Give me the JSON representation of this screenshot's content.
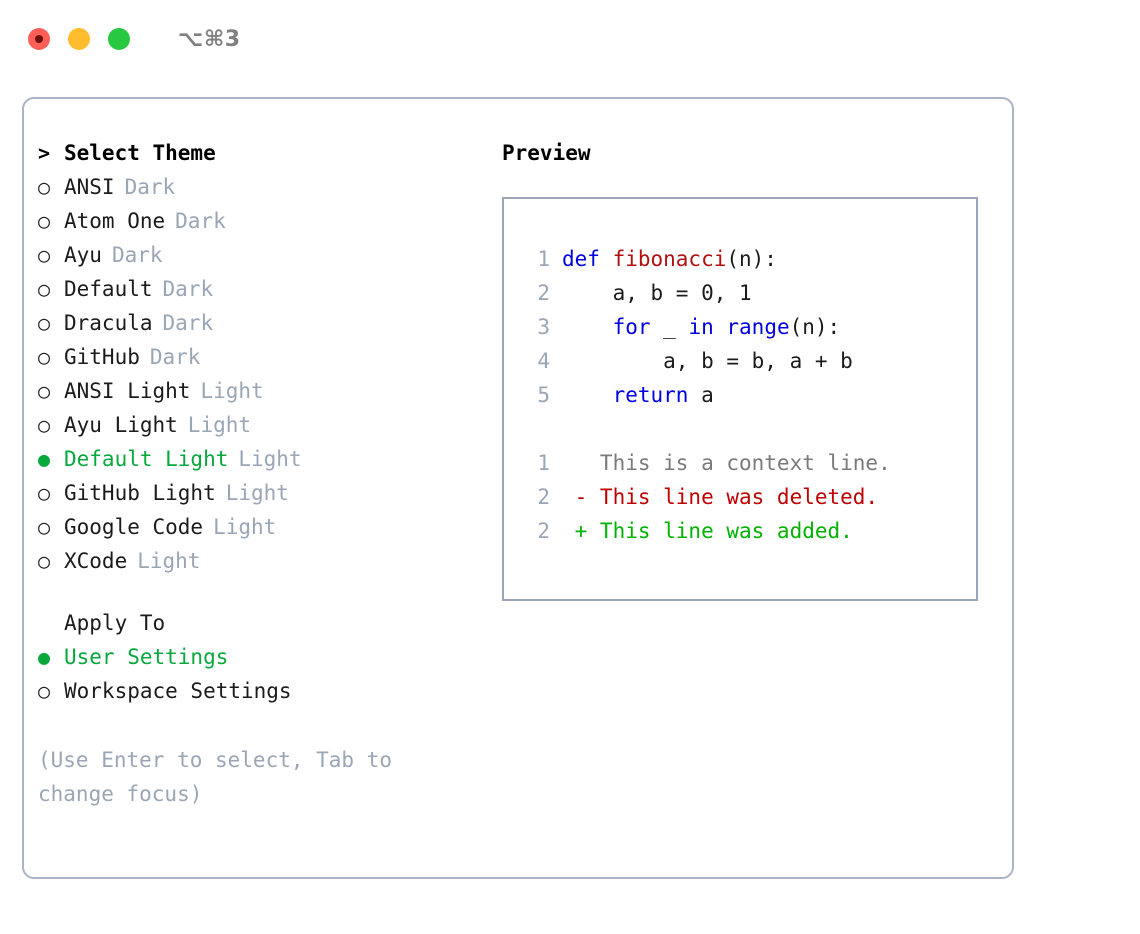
{
  "titlebar": {
    "shortcut": "⌥⌘3",
    "buttons": [
      "close",
      "minimize",
      "maximize"
    ]
  },
  "theme_list": {
    "header_marker": ">",
    "header_label": "Select Theme",
    "marker_selected": "●",
    "marker_unselected": "○",
    "items": [
      {
        "label": "ANSI",
        "tag": "Dark",
        "selected": false
      },
      {
        "label": "Atom One",
        "tag": "Dark",
        "selected": false
      },
      {
        "label": "Ayu",
        "tag": "Dark",
        "selected": false
      },
      {
        "label": "Default",
        "tag": "Dark",
        "selected": false
      },
      {
        "label": "Dracula",
        "tag": "Dark",
        "selected": false
      },
      {
        "label": "GitHub",
        "tag": "Dark",
        "selected": false
      },
      {
        "label": "ANSI Light",
        "tag": "Light",
        "selected": false
      },
      {
        "label": "Ayu Light",
        "tag": "Light",
        "selected": false
      },
      {
        "label": "Default Light",
        "tag": "Light",
        "selected": true
      },
      {
        "label": "GitHub Light",
        "tag": "Light",
        "selected": false
      },
      {
        "label": "Google Code",
        "tag": "Light",
        "selected": false
      },
      {
        "label": "XCode",
        "tag": "Light",
        "selected": false
      }
    ]
  },
  "apply_to": {
    "header_label": "Apply To",
    "items": [
      {
        "label": "User Settings",
        "selected": true
      },
      {
        "label": "Workspace Settings",
        "selected": false
      }
    ]
  },
  "hint": "(Use Enter to select, Tab to change focus)",
  "preview": {
    "title": "Preview",
    "code_lines": [
      {
        "no": "1",
        "indent": "",
        "parts": [
          {
            "t": "def ",
            "c": "kw"
          },
          {
            "t": "fibonacci",
            "c": "fn"
          },
          {
            "t": "(n):",
            "c": "plain"
          }
        ]
      },
      {
        "no": "2",
        "indent": "    ",
        "parts": [
          {
            "t": "a, b = 0, 1",
            "c": "plain"
          }
        ]
      },
      {
        "no": "3",
        "indent": "    ",
        "parts": [
          {
            "t": "for",
            "c": "kw"
          },
          {
            "t": " _ ",
            "c": "plain"
          },
          {
            "t": "in ",
            "c": "kw"
          },
          {
            "t": "range",
            "c": "kw"
          },
          {
            "t": "(n):",
            "c": "plain"
          }
        ]
      },
      {
        "no": "4",
        "indent": "        ",
        "parts": [
          {
            "t": "a, b = b, a + b",
            "c": "plain"
          }
        ]
      },
      {
        "no": "5",
        "indent": "    ",
        "parts": [
          {
            "t": "return ",
            "c": "kw"
          },
          {
            "t": "a",
            "c": "plain"
          }
        ]
      }
    ],
    "diff_lines": [
      {
        "no": "1",
        "sign": " ",
        "text": "This is a context line.",
        "kind": "context"
      },
      {
        "no": "2",
        "sign": "-",
        "text": "This line was deleted.",
        "kind": "deleted"
      },
      {
        "no": "2",
        "sign": "+",
        "text": "This line was added.",
        "kind": "added"
      }
    ]
  },
  "colors": {
    "selected_green": "#07a83c",
    "tag_gray": "#9aa5b5",
    "panel_border": "#aab4c4",
    "preview_border": "#9aa6b8",
    "keyword_blue": "#0000e0",
    "function_red": "#b01010",
    "diff_deleted": "#c00000",
    "diff_added": "#00b300",
    "traffic_red": "#ff5f57",
    "traffic_yellow": "#ffbd2e",
    "traffic_green": "#28c840"
  }
}
